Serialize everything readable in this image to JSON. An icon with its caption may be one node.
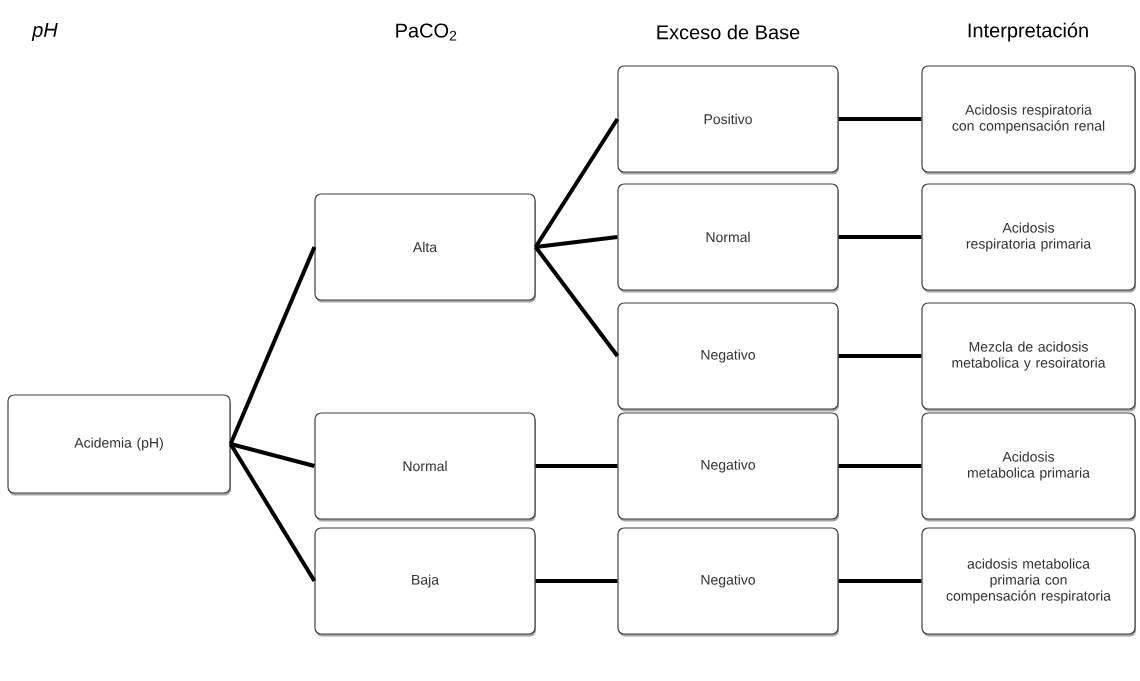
{
  "diagram": {
    "nodes": [
      {
        "text": [
          "Acidemia (pH)"
        ]
      },
      {
        "text": [
          "Alta"
        ]
      },
      {
        "text": [
          "Normal"
        ]
      },
      {
        "text": [
          "Baja"
        ]
      },
      {
        "text": [
          "Positivo"
        ]
      },
      {
        "text": [
          "Normal"
        ]
      },
      {
        "text": [
          "Negativo"
        ]
      },
      {
        "text": [
          "Negativo"
        ]
      },
      {
        "text": [
          "Negativo"
        ]
      },
      {
        "text": [
          "Acidosis respiratoria con compensación renal"
        ]
      },
      {
        "text": [
          "Acidosis respiratoria primaria"
        ]
      },
      {
        "text": [
          "Mezcla de acidosis metabolica y resoiratoria"
        ]
      },
      {
        "text": [
          "Acidosis metabolica primaria"
        ]
      },
      {
        "text": [
          "acidosis metabolica primaria con compensación respiratoria"
        ]
      }
    ],
    "edges": [
      {
        "from": 0,
        "to": 1,
        "arrow": "none"
      },
      {
        "from": 0,
        "to": 2,
        "arrow": "none"
      },
      {
        "from": 0,
        "to": 3,
        "arrow": "none"
      },
      {
        "from": 1,
        "to": 4,
        "arrow": "none"
      },
      {
        "from": 1,
        "to": 5,
        "arrow": "none"
      },
      {
        "from": 1,
        "to": 6,
        "arrow": "none"
      },
      {
        "from": 2,
        "to": 7,
        "arrow": "none"
      },
      {
        "from": 3,
        "to": 8,
        "arrow": "none"
      },
      {
        "from": 4,
        "to": 9,
        "arrow": "none"
      },
      {
        "from": 5,
        "to": 10,
        "arrow": "none"
      },
      {
        "from": 6,
        "to": 11,
        "arrow": "none"
      },
      {
        "from": 7,
        "to": 12,
        "arrow": "none"
      },
      {
        "from": 8,
        "to": 13,
        "arrow": "none"
      }
    ],
    "labels": [
      "*pH*",
      "PaCO$_{2}$",
      "Exceso de Base",
      "Interpretación"
    ]
  }
}
